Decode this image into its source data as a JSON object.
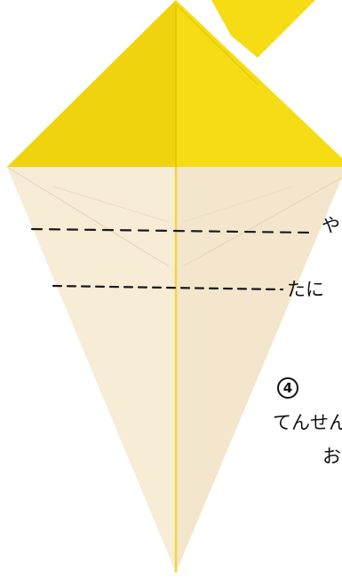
{
  "labels": {
    "mountain_fold": "や",
    "valley_fold": "たに",
    "step_number": "4",
    "instruction_line1": "てんせん",
    "instruction_line2": "お"
  },
  "colors": {
    "paper_yellow": "#f5dc14",
    "paper_yellow_shade": "#e9cc0a",
    "paper_back": "#f7ecd6",
    "fold_line": "#1a1a1a",
    "crease": "#ead9bd"
  }
}
